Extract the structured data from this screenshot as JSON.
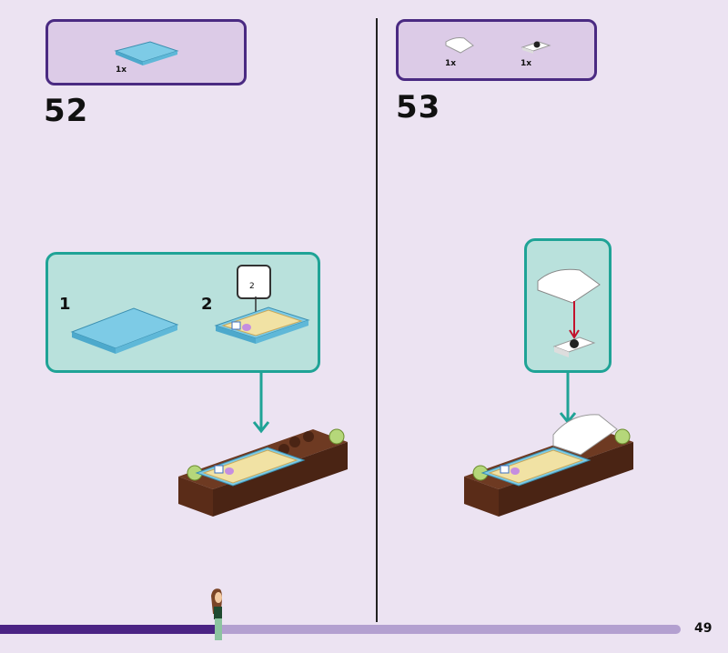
{
  "steps": [
    {
      "number": "52",
      "parts": [
        {
          "qty": "1x",
          "name": "light-blue-tile-2x4"
        }
      ],
      "callout": {
        "substeps": [
          "1",
          "2"
        ],
        "sticker_label": "2"
      }
    },
    {
      "number": "53",
      "parts": [
        {
          "qty": "1x",
          "name": "white-curved-slope"
        },
        {
          "qty": "1x",
          "name": "white-jumper-plate"
        }
      ]
    }
  ],
  "progress": {
    "fraction": 0.32
  },
  "page_number": "49",
  "colors": {
    "background": "#ece3f2",
    "parts_border": "#4a2a82",
    "callout_border": "#1fa396",
    "progress_fill": "#4b2384",
    "progress_track": "#b3a0d0"
  }
}
